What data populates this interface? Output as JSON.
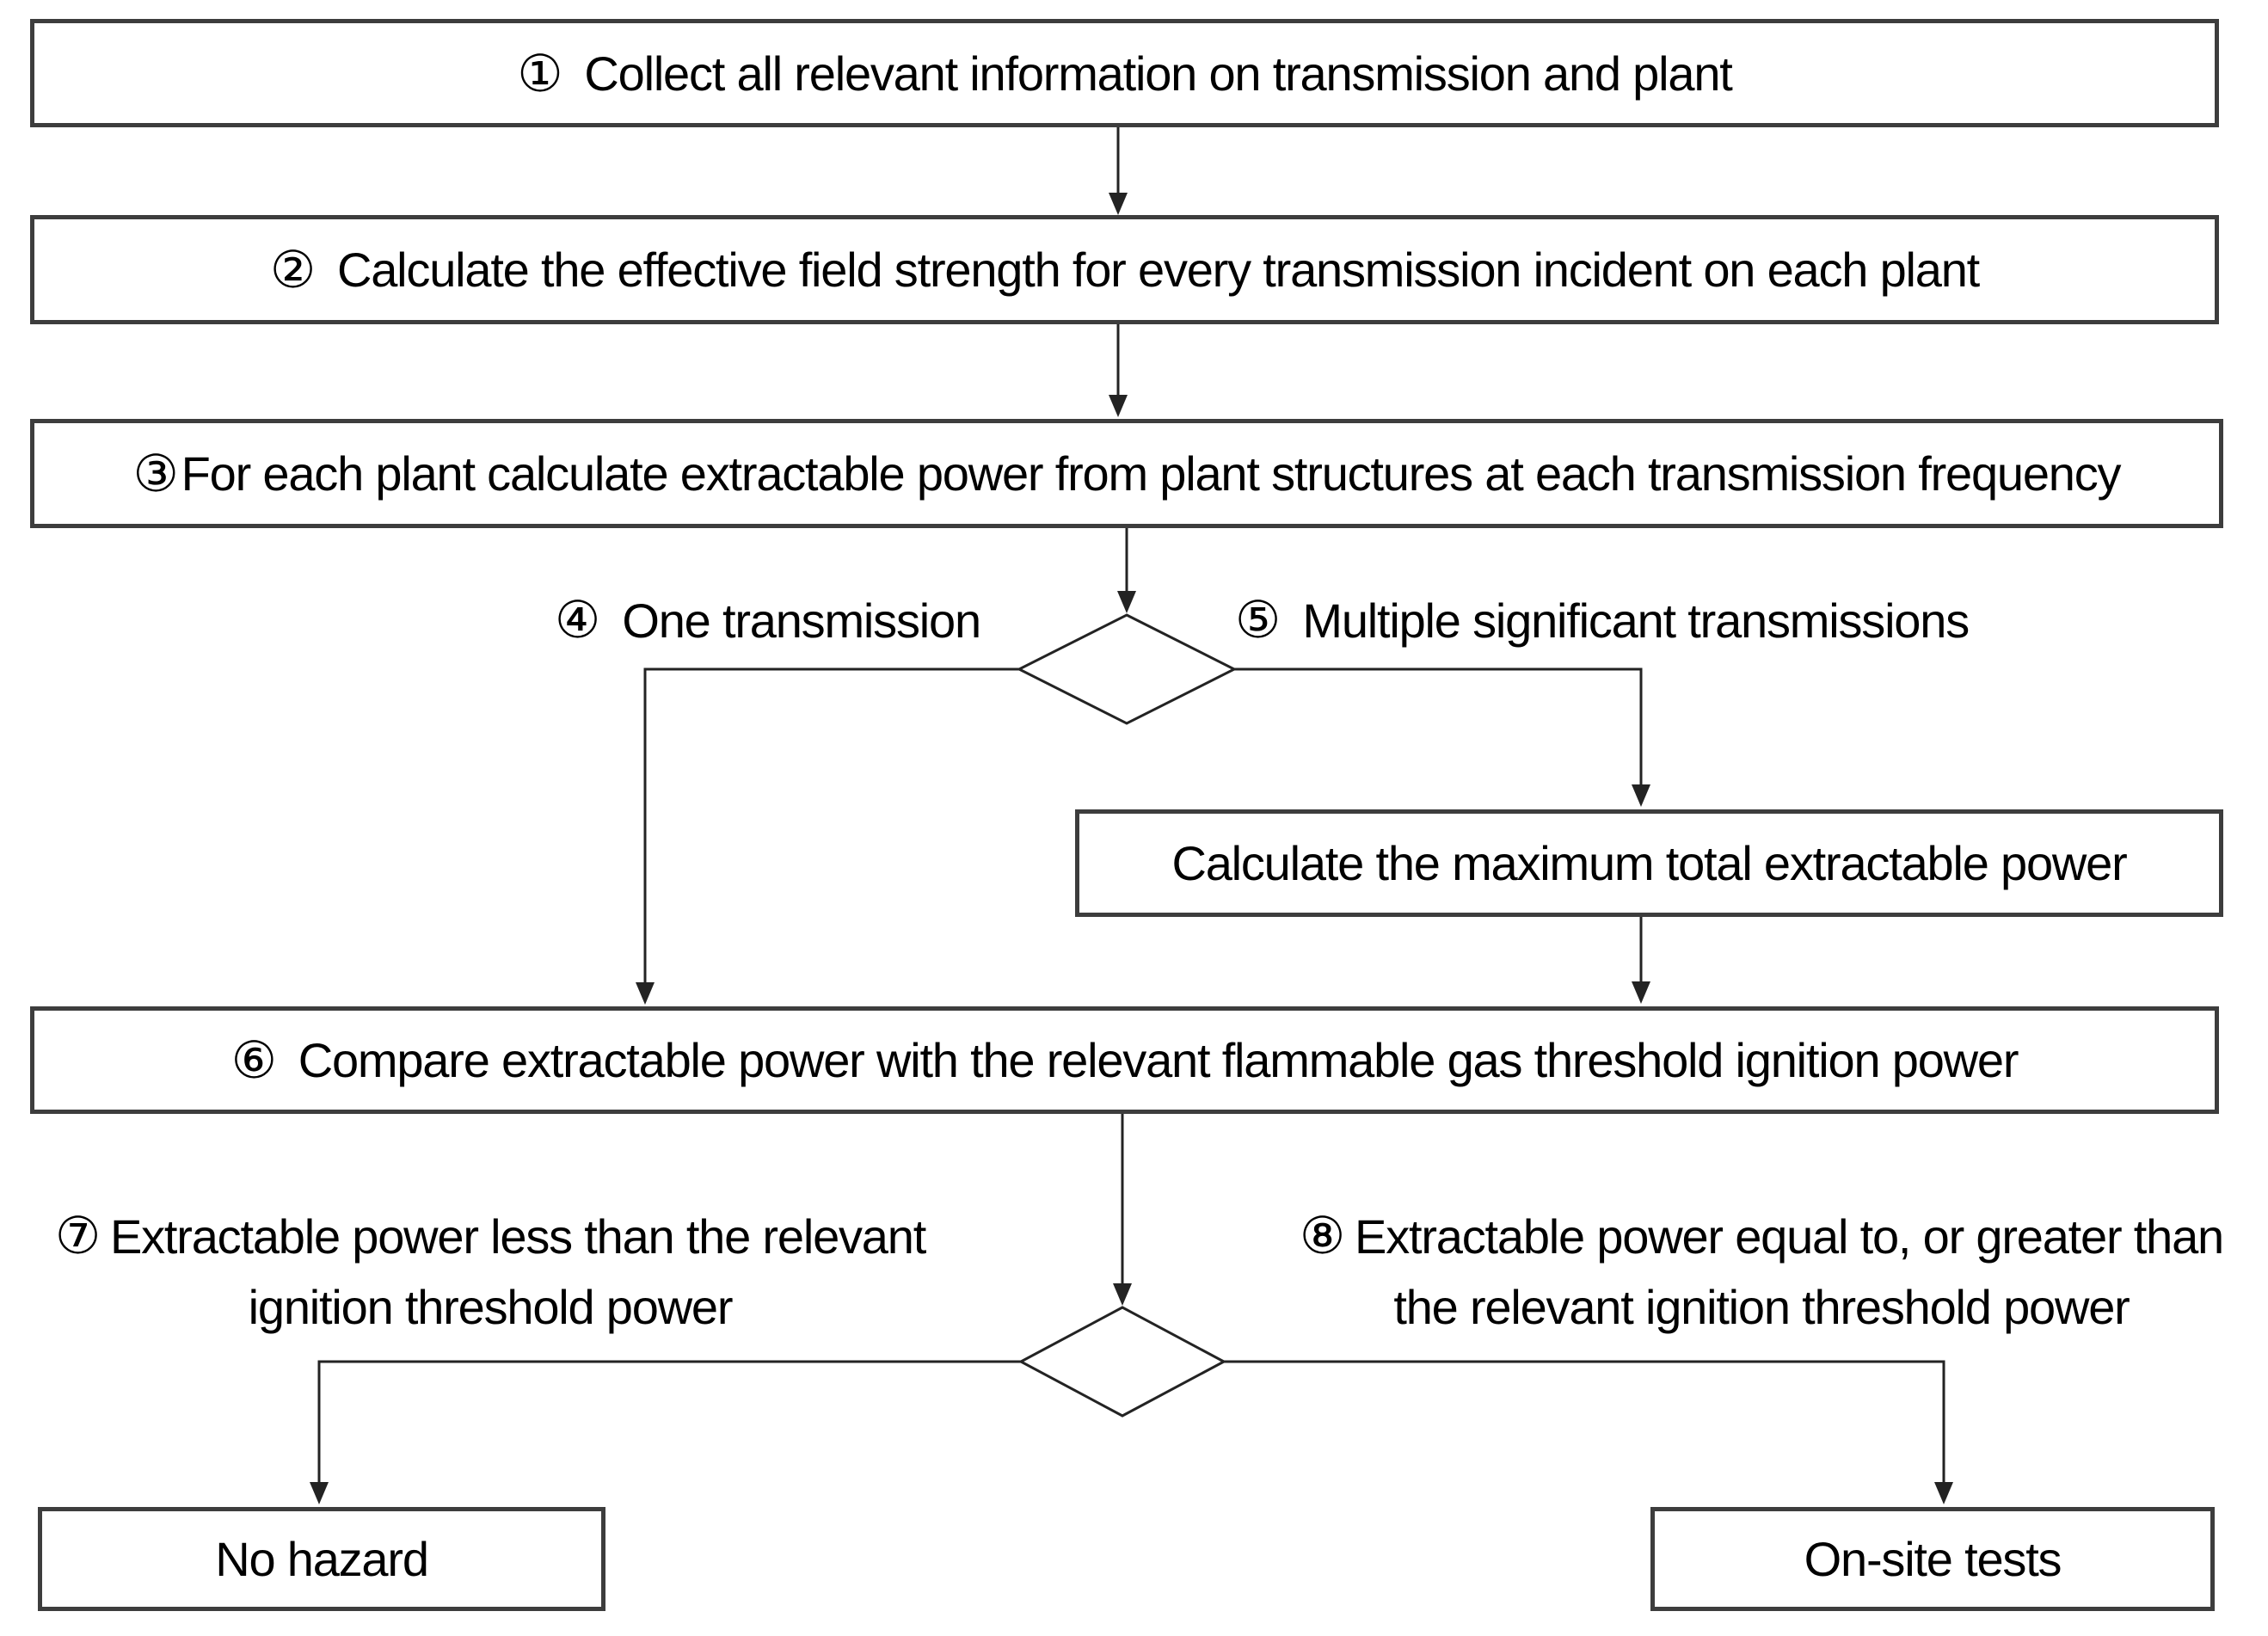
{
  "diagram": {
    "nodes": {
      "step1": {
        "num": "①",
        "text": "Collect all relevant information on transmission and plant"
      },
      "step2": {
        "num": "②",
        "text": "Calculate the effective field strength for every transmission incident on each plant"
      },
      "step3": {
        "num": "③",
        "text": "For each plant calculate extractable power from plant structures at each transmission frequency"
      },
      "calc_max": {
        "text": "Calculate the maximum total extractable power"
      },
      "step6": {
        "num": "⑥",
        "text": "Compare extractable power with the relevant flammable gas threshold ignition power"
      },
      "no_hazard": {
        "text": "No hazard"
      },
      "onsite_tests": {
        "text": "On-site tests"
      }
    },
    "branch_labels": {
      "one_transmission": {
        "num": "④",
        "text": "One transmission"
      },
      "multiple_transmissions": {
        "num": "⑤",
        "text": "Multiple significant transmissions"
      },
      "power_less": {
        "num": "⑦",
        "line1": "Extractable power less than the relevant",
        "line2": "ignition threshold power"
      },
      "power_greater": {
        "num": "⑧",
        "line1": "Extractable power equal to, or greater than",
        "line2": "the relevant ignition threshold power"
      }
    },
    "colors": {
      "background": "#ffffff",
      "box_border": "#3d3d3d",
      "connector": "#232323",
      "text": "#000000"
    }
  }
}
